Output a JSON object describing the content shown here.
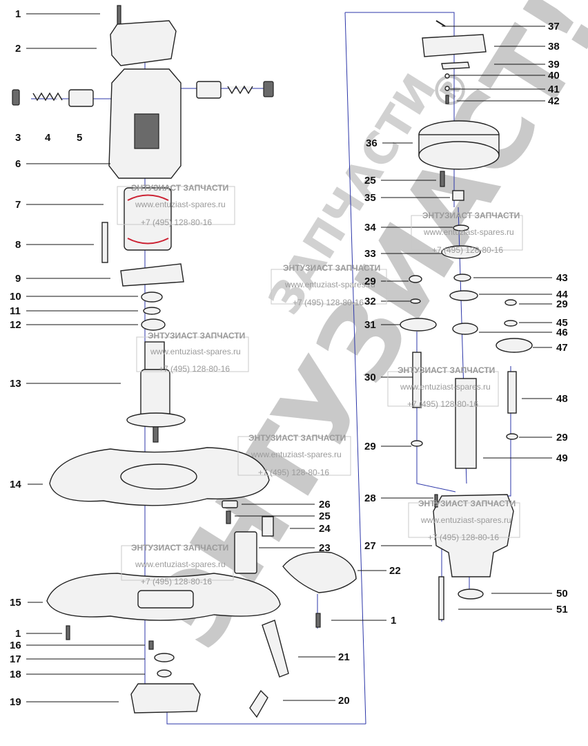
{
  "watermark": {
    "title": "ЭНТУЗИАСТ ЗАПЧАСТИ",
    "url": "www.entuziast-spares.ru",
    "phone": "+7 (495) 128-80-16",
    "big_brand": "ЭНТУЗИАСТ!",
    "big_sub": "ЗАПЧАСТИ",
    "registered": "®"
  },
  "labels_left": [
    "1",
    "2",
    "3",
    "4",
    "5",
    "6",
    "7",
    "8",
    "9",
    "10",
    "11",
    "12",
    "13",
    "14",
    "15",
    "1",
    "16",
    "17",
    "18",
    "19"
  ],
  "labels_mid": [
    "26",
    "25",
    "24",
    "23",
    "22",
    "1",
    "21",
    "20"
  ],
  "labels_right": [
    "37",
    "38",
    "39",
    "40",
    "41",
    "42",
    "36",
    "25",
    "35",
    "34",
    "33",
    "29",
    "32",
    "31",
    "30",
    "29",
    "28",
    "27",
    "43",
    "44",
    "29",
    "45",
    "46",
    "47",
    "48",
    "29",
    "49",
    "50",
    "51"
  ]
}
